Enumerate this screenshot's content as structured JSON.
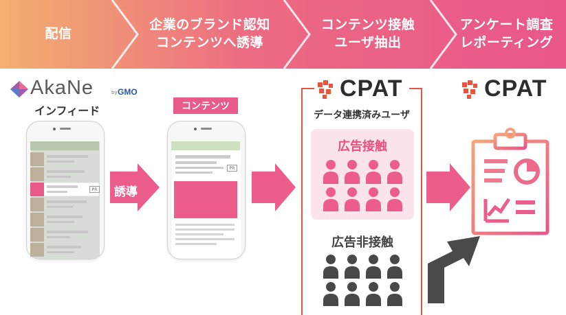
{
  "steps": [
    {
      "line1": "配信",
      "line2": ""
    },
    {
      "line1": "企業のブランド認知",
      "line2": "コンテンツへ誘導"
    },
    {
      "line1": "コンテンツ接触",
      "line2": "ユーザ抽出"
    },
    {
      "line1": "アンケート調査",
      "line2": "レポーティング"
    }
  ],
  "akane": {
    "brand": "AkaNe",
    "by": "by",
    "gmo": "GMO",
    "subtitle": "インフィード"
  },
  "ad_label": "PR",
  "guide_label": "誘導",
  "content_badge": "コンテンツ",
  "cpat": {
    "name": "CPAT",
    "extract_title": "データ連携済みユーザ",
    "contacted": "広告接触",
    "not_contacted": "広告非接触"
  },
  "colors": {
    "pink": "#e85a8a",
    "light_pink": "#fbe5ec",
    "red_frame": "#e8553e",
    "dark": "#444444",
    "step_start": "#f2a86a",
    "step_end": "#e95484"
  }
}
